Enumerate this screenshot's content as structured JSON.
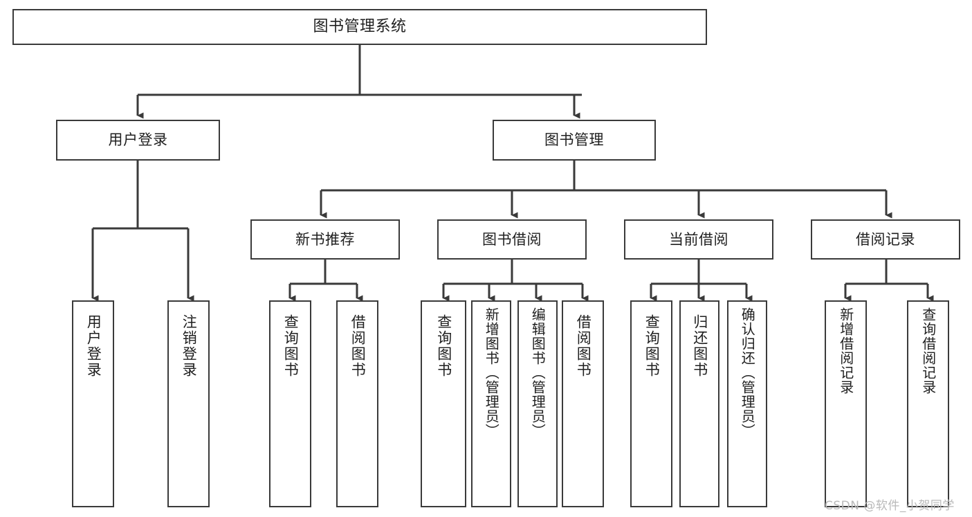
{
  "diagram": {
    "title": "图书管理系统",
    "type": "tree-hierarchy",
    "stroke_color": "#3a3a3a",
    "background_color": "#ffffff",
    "nodes": {
      "root": {
        "label": "图书管理系统"
      },
      "level2": [
        {
          "label": "用户登录"
        },
        {
          "label": "图书管理"
        }
      ],
      "level3": [
        {
          "label": "新书推荐"
        },
        {
          "label": "图书借阅"
        },
        {
          "label": "当前借阅"
        },
        {
          "label": "借阅记录"
        }
      ],
      "leaves_user_login": [
        {
          "label": "用户登录"
        },
        {
          "label": "注销登录"
        }
      ],
      "leaves_new_book": [
        {
          "label": "查询图书"
        },
        {
          "label": "借阅图书"
        }
      ],
      "leaves_borrow": [
        {
          "label": "查询图书"
        },
        {
          "label": "新增图书（管理员）"
        },
        {
          "label": "编辑图书（管理员）"
        },
        {
          "label": "借阅图书"
        }
      ],
      "leaves_current": [
        {
          "label": "查询图书"
        },
        {
          "label": "归还图书"
        },
        {
          "label": "确认归还（管理员）"
        }
      ],
      "leaves_records": [
        {
          "label": "新增借阅记录"
        },
        {
          "label": "查询借阅记录"
        }
      ]
    }
  },
  "watermark": {
    "text": "CSDN @软件_小贺同学"
  }
}
